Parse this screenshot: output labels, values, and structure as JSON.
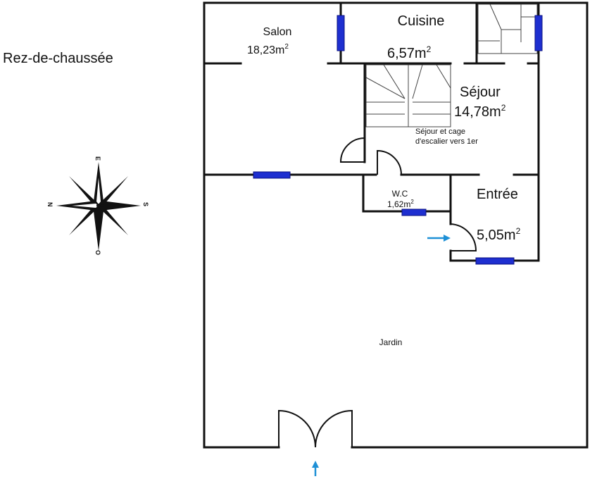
{
  "level_title": "Rez-de-chaussée",
  "compass": {
    "n": "N",
    "e": "E",
    "s": "S",
    "o": "O"
  },
  "rooms": {
    "salon": {
      "name": "Salon",
      "area": "18,23m",
      "sup": "2"
    },
    "cuisine": {
      "name": "Cuisine",
      "area": "6,57m",
      "sup": "2"
    },
    "sejour": {
      "name": "Séjour",
      "area": "14,78m",
      "sup": "2",
      "note_line1": "Séjour et cage",
      "note_line2": "d'escalier vers 1er"
    },
    "wc": {
      "name": "W.C",
      "area": "1,62m",
      "sup": "2"
    },
    "entree": {
      "name": "Entrée",
      "area": "5,05m",
      "sup": "2"
    },
    "jardin": {
      "name": "Jardin"
    }
  },
  "colors": {
    "wall": "#111111",
    "window": "#1e2fd0",
    "arrow": "#1e90d6"
  }
}
